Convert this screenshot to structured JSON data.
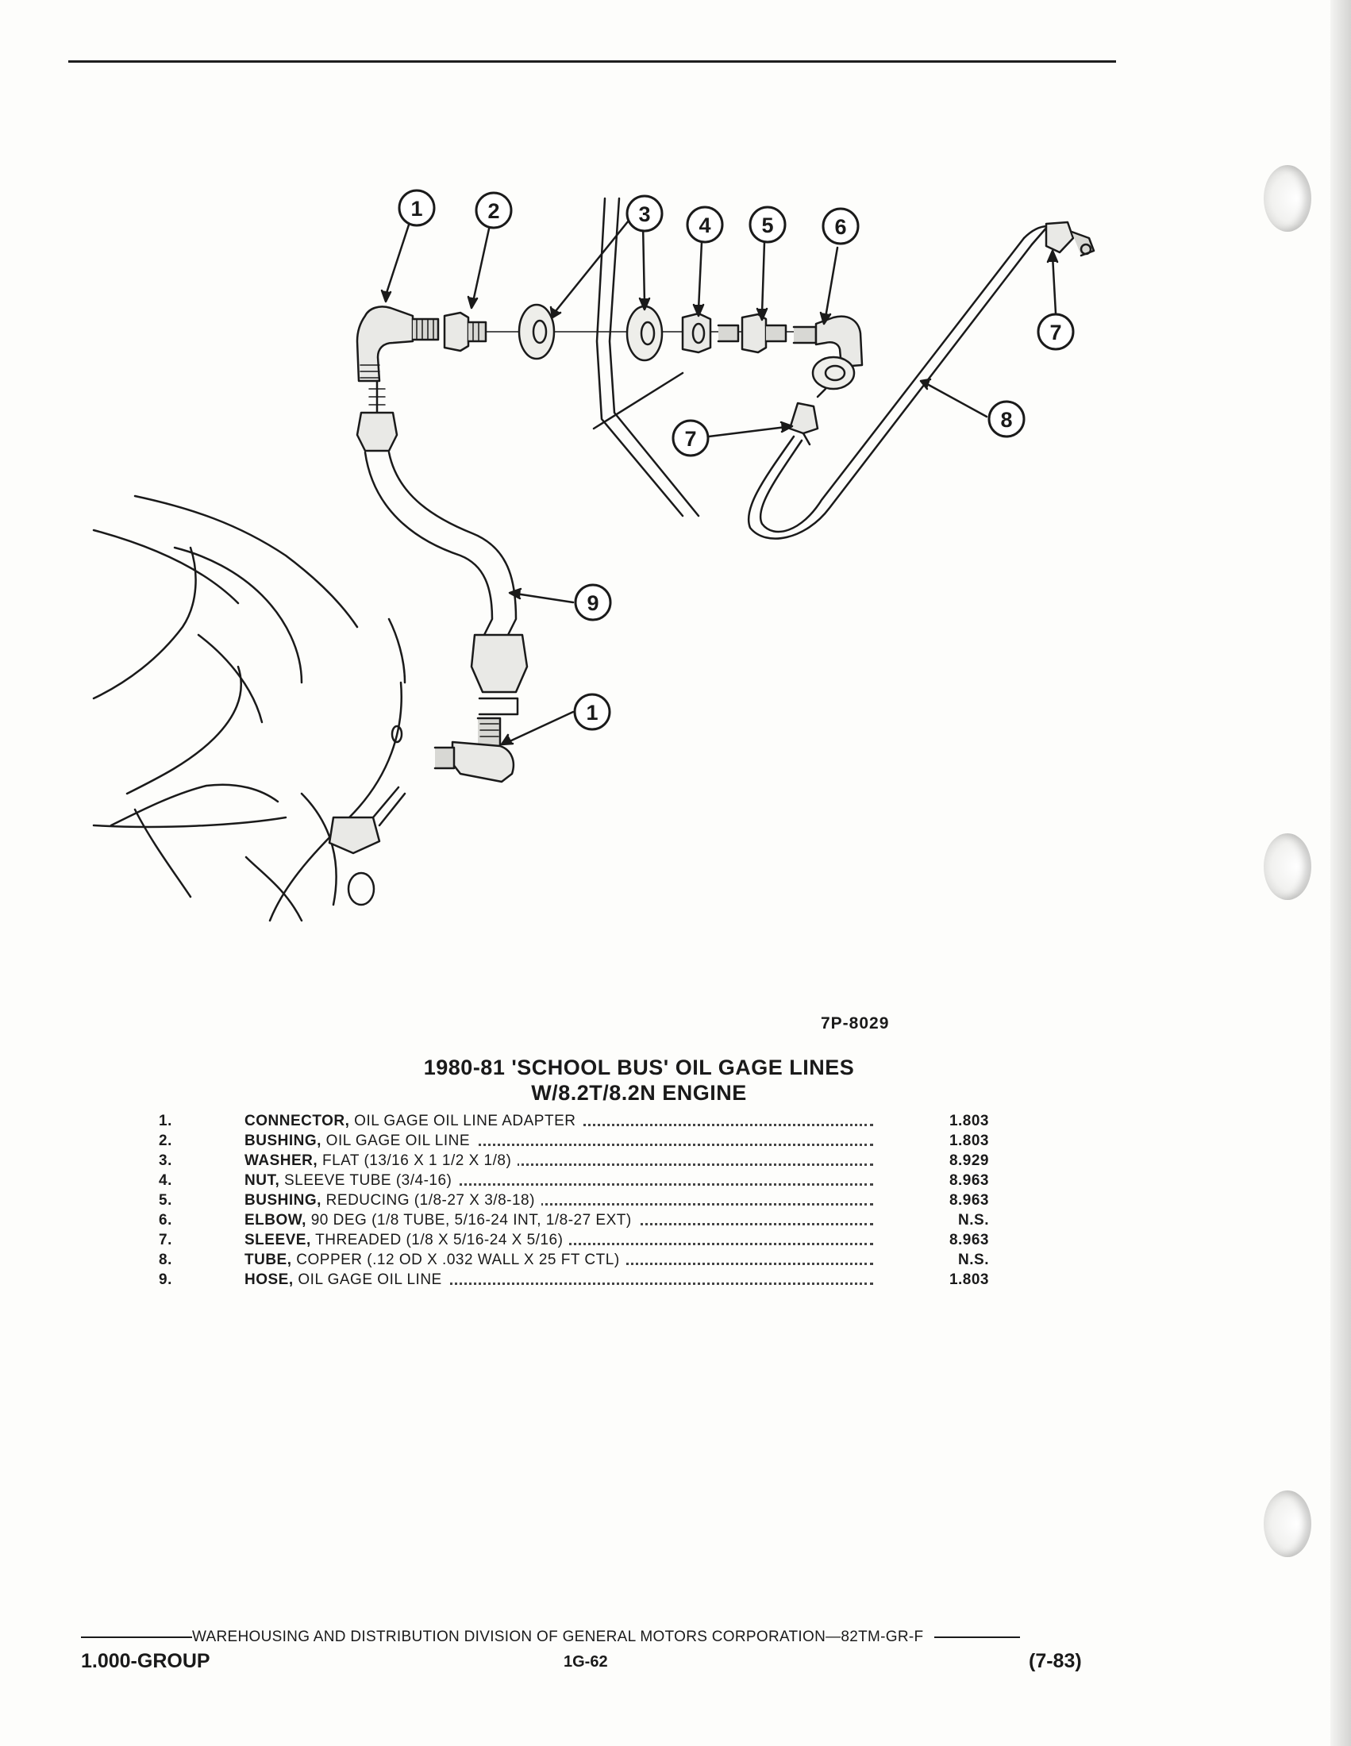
{
  "figure": {
    "number": "7P-8029",
    "callouts": [
      "1",
      "2",
      "3",
      "4",
      "5",
      "6",
      "7",
      "8",
      "9"
    ]
  },
  "title": {
    "line1": "1980-81 'SCHOOL BUS' OIL GAGE LINES",
    "line2": "W/8.2T/8.2N ENGINE"
  },
  "parts": [
    {
      "num": "1.",
      "name": "CONNECTOR,",
      "desc": " OIL GAGE OIL LINE ADAPTER",
      "group": "1.803"
    },
    {
      "num": "2.",
      "name": "BUSHING,",
      "desc": " OIL GAGE OIL LINE",
      "group": "1.803"
    },
    {
      "num": "3.",
      "name": "WASHER,",
      "desc": " FLAT (13/16 X 1 1/2 X 1/8)",
      "group": "8.929"
    },
    {
      "num": "4.",
      "name": "NUT,",
      "desc": " SLEEVE TUBE (3/4-16)",
      "group": "8.963"
    },
    {
      "num": "5.",
      "name": "BUSHING,",
      "desc": " REDUCING (1/8-27 X 3/8-18)",
      "group": "8.963"
    },
    {
      "num": "6.",
      "name": "ELBOW,",
      "desc": " 90 DEG (1/8 TUBE, 5/16-24 INT, 1/8-27 EXT)",
      "group": "N.S."
    },
    {
      "num": "7.",
      "name": "SLEEVE,",
      "desc": " THREADED (1/8 X 5/16-24 X 5/16)",
      "group": "8.963"
    },
    {
      "num": "8.",
      "name": "TUBE,",
      "desc": " COPPER (.12 OD X .032 WALL X 25 FT CTL)",
      "group": "N.S."
    },
    {
      "num": "9.",
      "name": "HOSE,",
      "desc": " OIL GAGE OIL LINE",
      "group": "1.803"
    }
  ],
  "footer": {
    "publisher": "WAREHOUSING AND DISTRIBUTION  DIVISION OF GENERAL MOTORS CORPORATION—82TM-GR-F",
    "group": "1.000-GROUP",
    "page": "1G-62",
    "date": "(7-83)"
  }
}
